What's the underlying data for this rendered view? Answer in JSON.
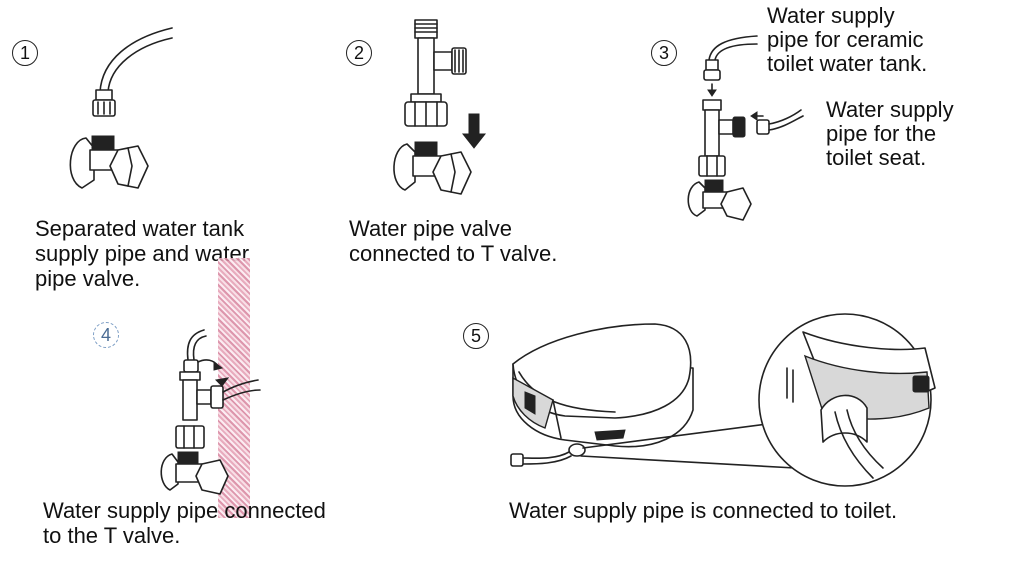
{
  "steps": [
    {
      "number": "1",
      "caption": "Separated water tank\nsupply pipe and water\npipe valve."
    },
    {
      "number": "2",
      "caption": "Water pipe valve\nconnected to T valve."
    },
    {
      "number": "3",
      "caption": "",
      "labels": {
        "tank_pipe": "Water supply\npipe for ceramic\ntoilet water tank.",
        "seat_pipe": "Water supply\npipe for the\ntoilet seat."
      }
    },
    {
      "number": "4",
      "caption": "Water supply pipe connected\nto the T valve."
    },
    {
      "number": "5",
      "caption": "Water supply pipe is connected to toilet."
    }
  ],
  "icons": {
    "step1": "valve-and-hose-icon",
    "step2": "t-valve-onto-valve-icon",
    "step3": "t-valve-two-pipes-icon",
    "step4": "t-valve-connected-icon",
    "step5": "toilet-seat-hose-icon"
  },
  "colors": {
    "line": "#222222",
    "background": "#ffffff"
  }
}
